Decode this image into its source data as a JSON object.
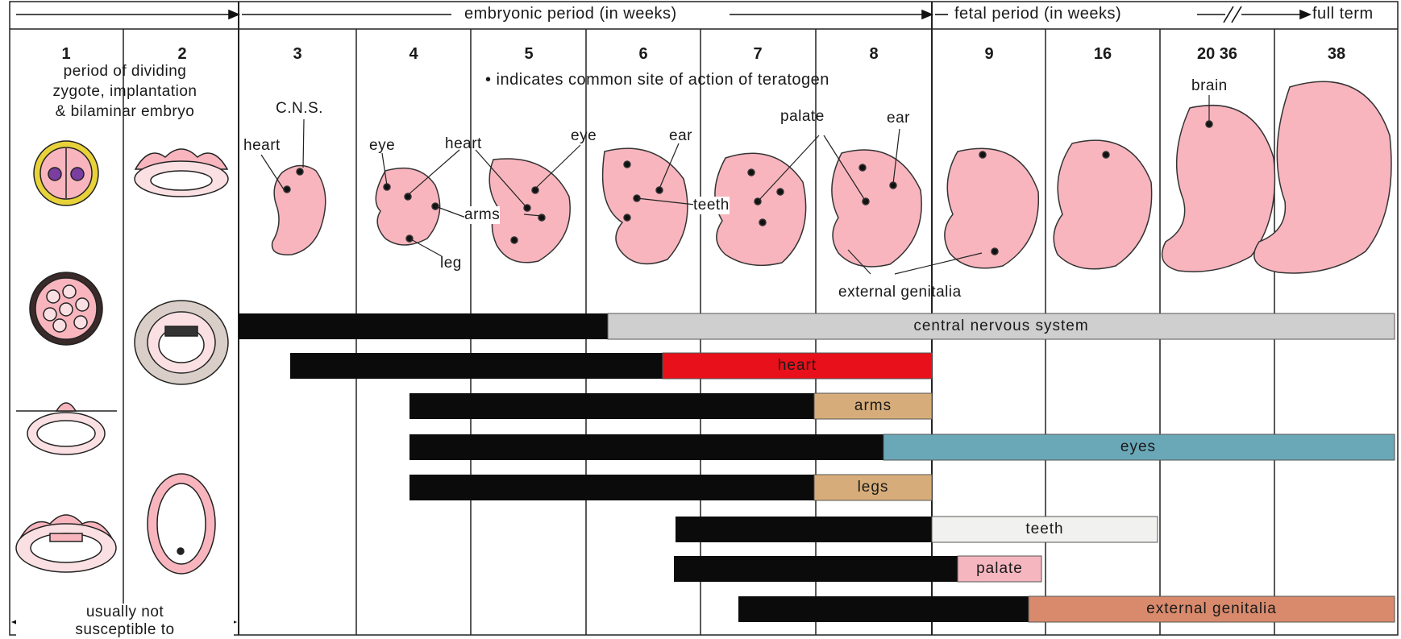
{
  "header": {
    "embryonic_period": "embryonic period (in weeks)",
    "fetal_period": "fetal period (in weeks)",
    "full_term": "full term"
  },
  "columns": [
    "1",
    "2",
    "3",
    "4",
    "5",
    "6",
    "7",
    "8",
    "9",
    "16",
    "20 36",
    "38"
  ],
  "early_note": [
    "period of dividing",
    "zygote, implantation",
    "& bilaminar embryo"
  ],
  "legend_note": "• indicates common site of action of teratogen",
  "bottom_note": [
    "usually not",
    "susceptible to"
  ],
  "labels": {
    "cns": "C.N.S.",
    "heart_w3": "heart",
    "eye_w4": "eye",
    "heart_w4": "heart",
    "arms": "arms",
    "leg": "leg",
    "eye_w5": "eye",
    "ear_w6": "ear",
    "teeth": "teeth",
    "palate": "palate",
    "ear_w8": "ear",
    "external_genitalia": "external genitalia",
    "brain": "brain"
  },
  "bars": [
    {
      "name": "central nervous system",
      "color": "#cfcfcf"
    },
    {
      "name": "heart",
      "color": "#e8101a"
    },
    {
      "name": "arms",
      "color": "#d6ad7a"
    },
    {
      "name": "eyes",
      "color": "#6aa8b8"
    },
    {
      "name": "legs",
      "color": "#d6ad7a"
    },
    {
      "name": "teeth",
      "color": "#f1f1ef"
    },
    {
      "name": "palate",
      "color": "#f5b6bf"
    },
    {
      "name": "external genitalia",
      "color": "#d98a6c"
    }
  ],
  "colors": {
    "embryo_pink": "#f8b5be",
    "critical_black": "#0b0b0b",
    "zygote_yellow": "#e8d23a",
    "nucleus_purple": "#7a3ea0"
  }
}
